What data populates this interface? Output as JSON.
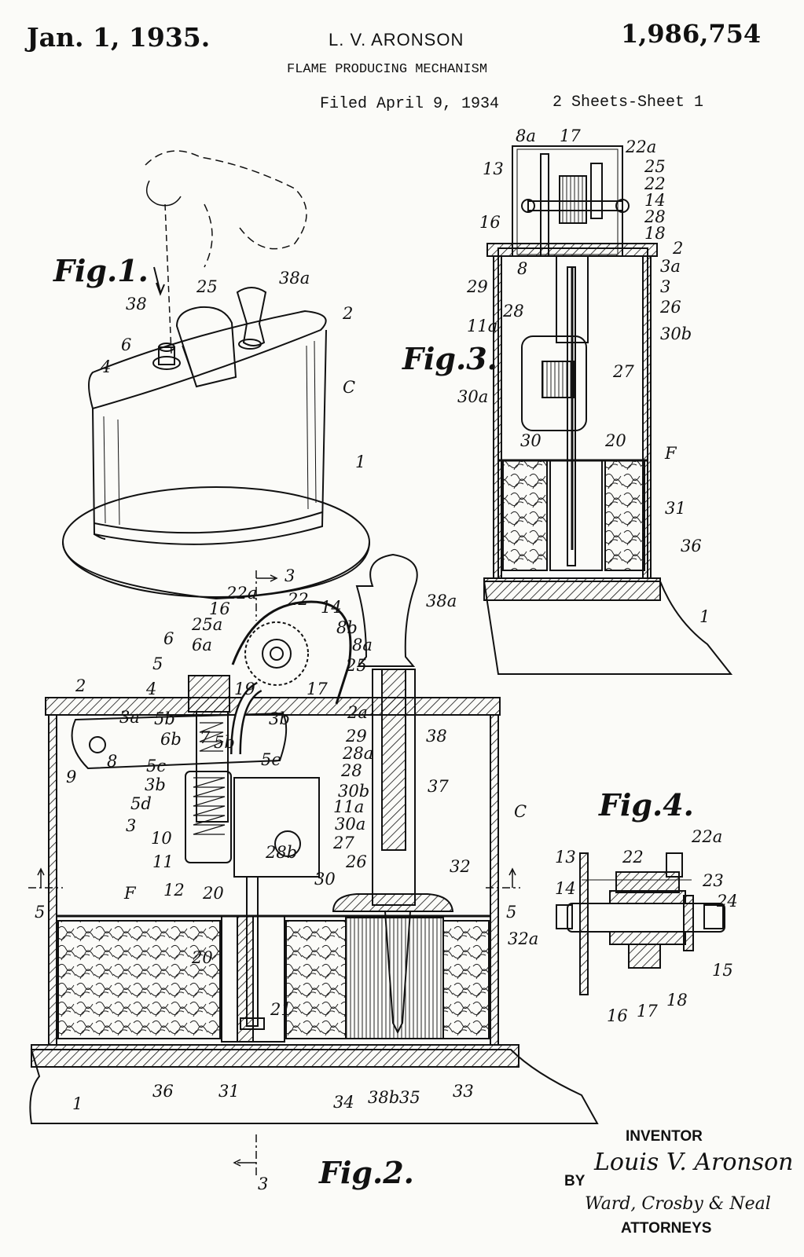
{
  "header": {
    "date": "Jan. 1, 1935.",
    "inventor_name": "L. V. ARONSON",
    "patent_number": "1,986,754",
    "title": "FLAME PRODUCING MECHANISM",
    "filed": "Filed April 9, 1934",
    "sheets": "2 Sheets-Sheet 1"
  },
  "figures": {
    "fig1": "Fig.1.",
    "fig2": "Fig.2.",
    "fig3": "Fig.3.",
    "fig4": "Fig.4."
  },
  "fig1_labels": [
    "38a",
    "38",
    "25",
    "2",
    "6",
    "4",
    "C",
    "1"
  ],
  "fig3_labels": [
    "8a",
    "17",
    "22a",
    "13",
    "25",
    "22",
    "14",
    "16",
    "28",
    "18",
    "2",
    "8",
    "3a",
    "29",
    "3",
    "28",
    "26",
    "11a",
    "30b",
    "27",
    "30a",
    "30",
    "20",
    "F",
    "31",
    "36",
    "1"
  ],
  "fig2_labels": [
    "3",
    "22a",
    "22",
    "14",
    "16",
    "8b",
    "25a",
    "6",
    "6a",
    "8a",
    "5",
    "25",
    "4",
    "19",
    "17",
    "2",
    "2a",
    "3a",
    "5b",
    "3b",
    "29",
    "6b",
    "7",
    "5b",
    "28a",
    "38",
    "9",
    "8",
    "5c",
    "28",
    "3b",
    "5e",
    "30b",
    "37",
    "5d",
    "11a",
    "C",
    "3",
    "10",
    "30a",
    "27",
    "28b",
    "11",
    "26",
    "12",
    "20",
    "30",
    "32",
    "F",
    "32a",
    "20",
    "21",
    "36",
    "31",
    "34",
    "38b",
    "35",
    "33",
    "1",
    "38a",
    "5",
    "5",
    "3"
  ],
  "fig4_labels": [
    "22a",
    "13",
    "22",
    "23",
    "14",
    "24",
    "15",
    "16",
    "17",
    "18"
  ],
  "signature": {
    "inventor_label": "INVENTOR",
    "inventor_signature": "Louis V. Aronson",
    "by_label": "BY",
    "attorney_signature": "Ward, Crosby & Neal",
    "attorneys_label": "ATTORNEYS"
  }
}
